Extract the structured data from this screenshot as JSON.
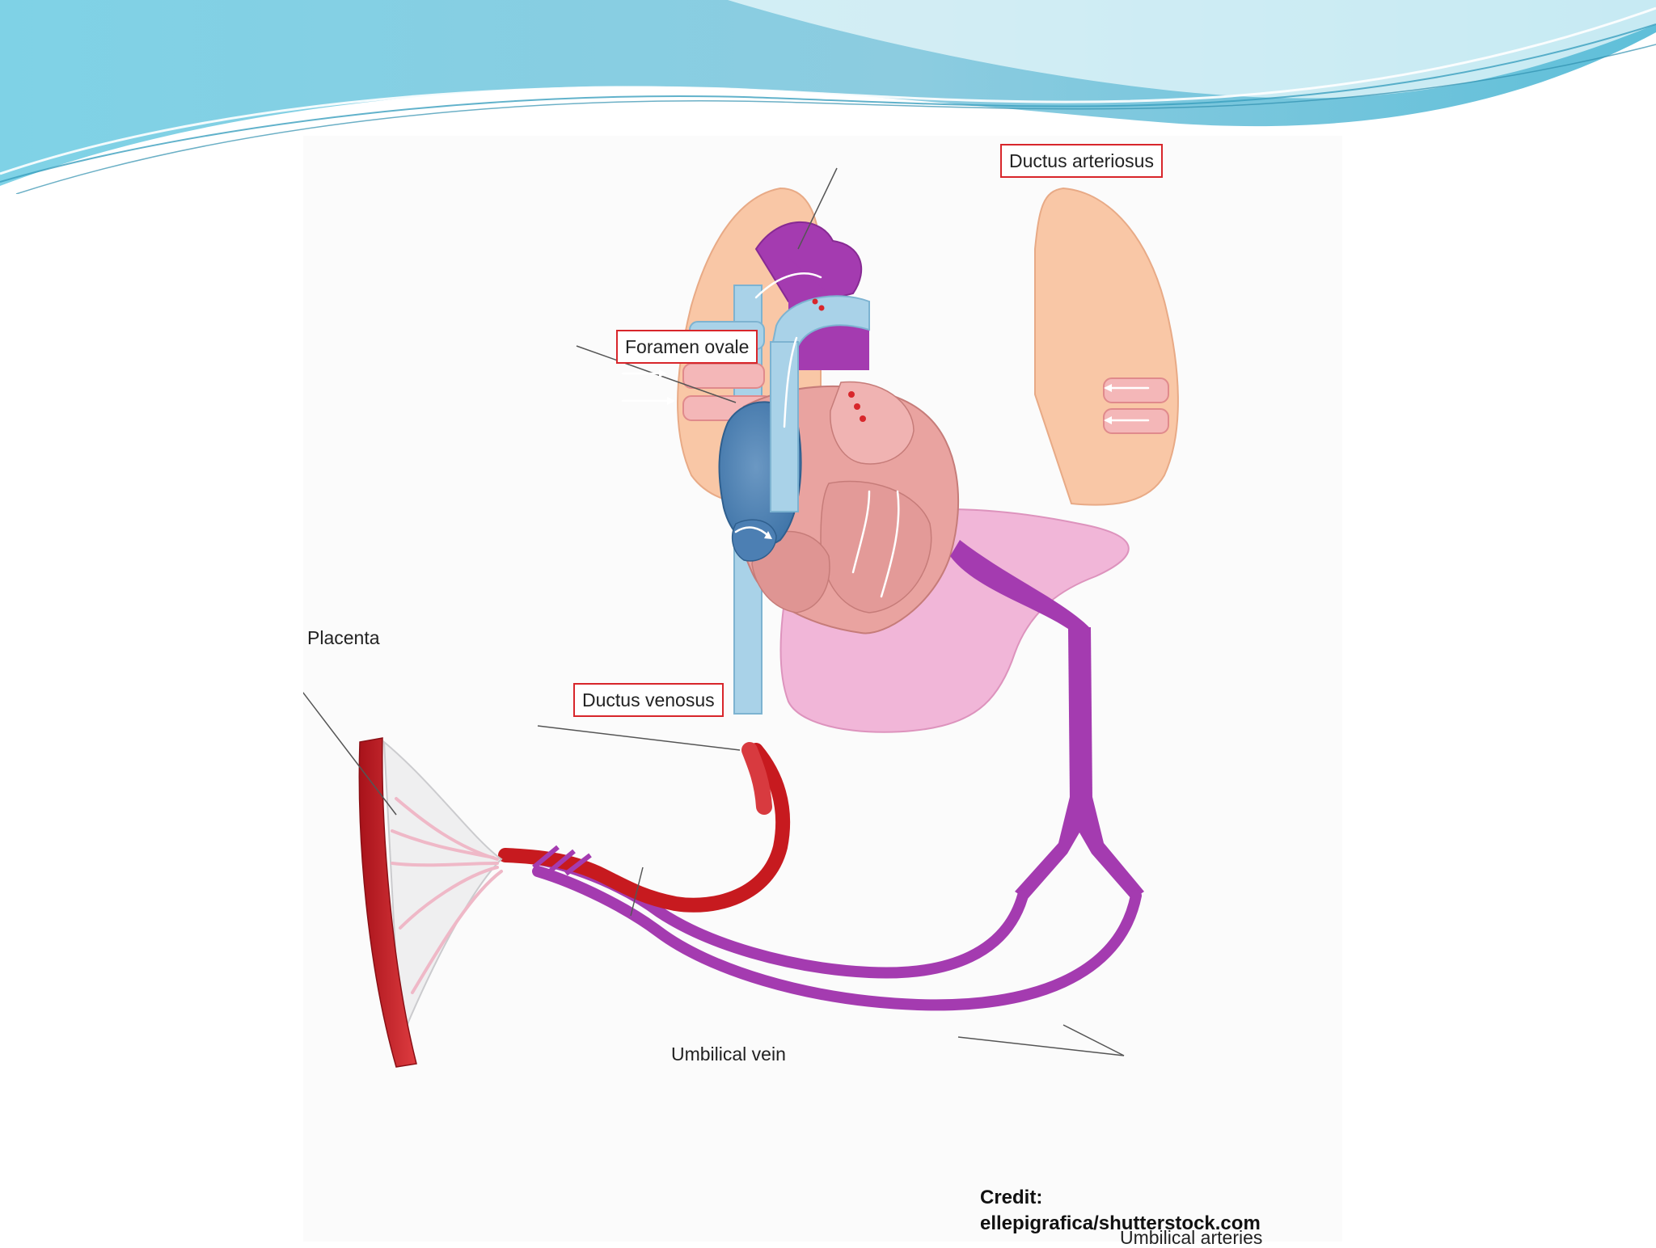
{
  "diagram": {
    "labels": {
      "ductus_arteriosus": "Ductus arteriosus",
      "foramen_ovale": "Foramen ovale",
      "placenta": "Placenta",
      "ductus_venosus": "Ductus venosus",
      "umbilical_vein": "Umbilical vein",
      "umbilical_arteries": "Umbilical arteries"
    },
    "credit": {
      "heading": "Credit:",
      "source": "ellepigrafica/shutterstock.com"
    }
  },
  "colors": {
    "header_light": "#c6eef4",
    "header_dark": "#5fb8d6",
    "lung": "#f9c7a6",
    "liver": "#f1b6d8",
    "vein_blue": "#a9d2e8",
    "oxygenated_red": "#c71a1f",
    "deoxygenated_purple": "#a43bb0",
    "heart": "#e9a3a0",
    "label_box_border": "#d8262b"
  },
  "icons": {
    "flow_arrows": "flow-arrow-icon"
  }
}
